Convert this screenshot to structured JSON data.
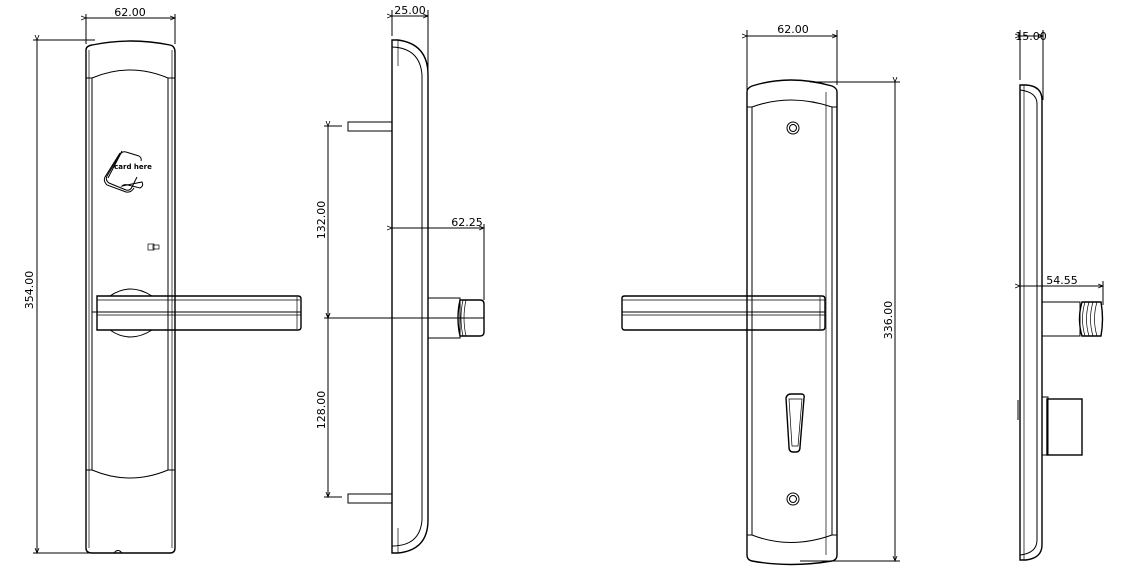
{
  "front_view_card": {
    "width_dim": "62.00",
    "height_dim": "354.00",
    "card_label": "card here",
    "card_icon": "rfid-card-icon",
    "key_icon": "key-card-indicator-icon"
  },
  "side_view_card": {
    "depth_dim": "25.00",
    "handle_projection_dim": "62.25",
    "upper_spacing_dim": "132.00",
    "lower_spacing_dim": "128.00"
  },
  "front_view_back": {
    "width_dim": "62.00",
    "height_dim": "336.00"
  },
  "side_view_back": {
    "depth_dim": "15.00",
    "handle_projection_dim": "54.55"
  },
  "colors": {
    "line": "#000000",
    "background": "#ffffff"
  }
}
